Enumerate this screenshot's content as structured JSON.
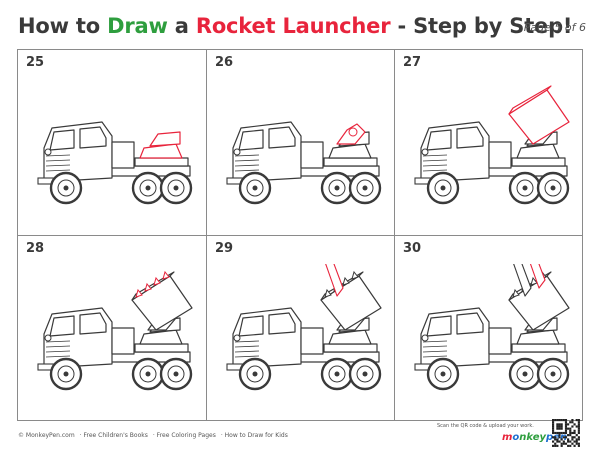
{
  "header": {
    "title_part1": "How to ",
    "title_part2": "Draw",
    "title_part3": " a ",
    "title_part4": "Rocket Launcher",
    "title_part5": " - Step by Step!",
    "page_label": "Page 5 of 6"
  },
  "colors": {
    "green": "#2e9e3e",
    "red": "#e8243c",
    "blue": "#1e6fd0",
    "text": "#3a3a3a"
  },
  "steps": [
    {
      "number": "25",
      "stage": 0
    },
    {
      "number": "26",
      "stage": 1
    },
    {
      "number": "27",
      "stage": 2
    },
    {
      "number": "28",
      "stage": 3
    },
    {
      "number": "29",
      "stage": 4
    },
    {
      "number": "30",
      "stage": 5
    }
  ],
  "footer": {
    "site": "© MonkeyPen.com",
    "link1": "· Free Children's Books",
    "link2": "· Free Coloring Pages",
    "link3": "· How to Draw for Kids",
    "scan_note": "Scan the QR code & upload your work.",
    "brand_part1": "m",
    "brand_part2": "o",
    "brand_part3": "nkey",
    "brand_part4": "pen"
  },
  "icons": {
    "qr": "qr-code-icon"
  }
}
